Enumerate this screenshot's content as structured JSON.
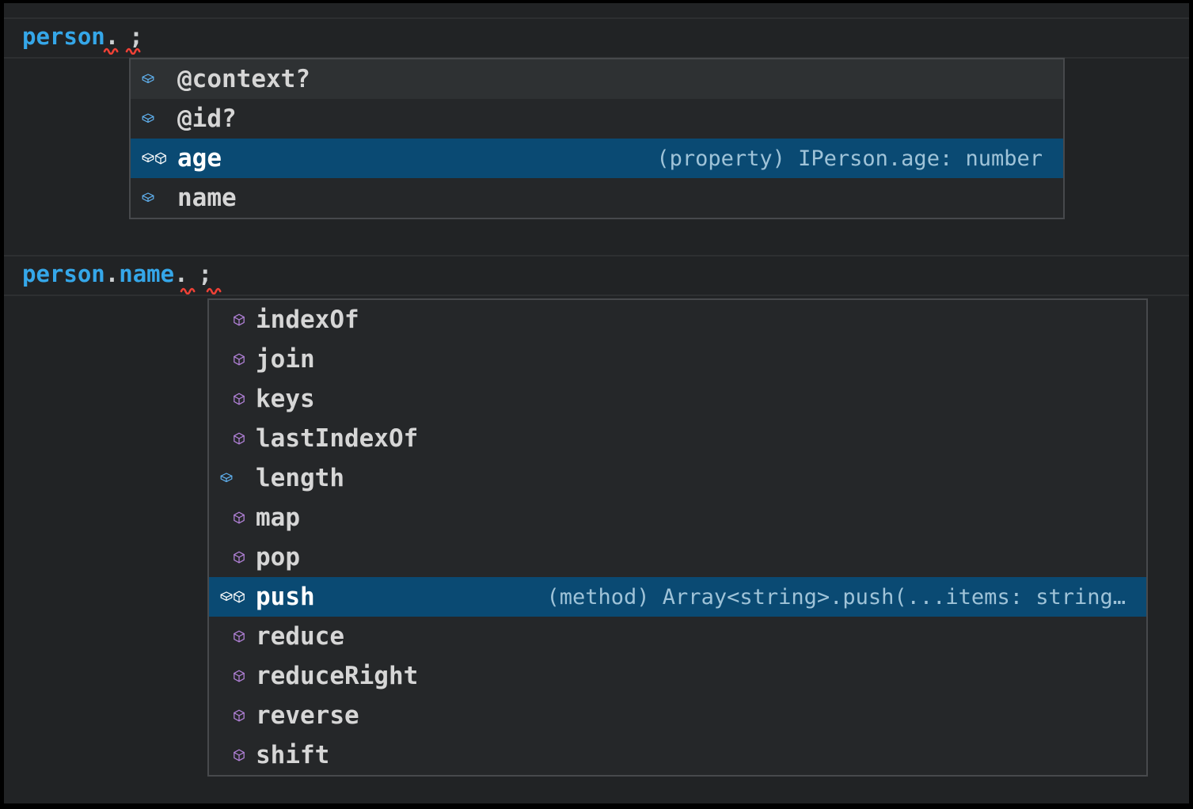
{
  "editor": {
    "theme_colors": {
      "background": "#212325",
      "popup_background": "#252729",
      "popup_border": "#47494c",
      "selection_background": "#0a4a73",
      "variable_blue": "#35a7e9",
      "field_icon_blue": "#5fb0ee",
      "method_icon_purple": "#b382d9",
      "error_squiggle_red": "#ef4136"
    },
    "code_lines": [
      {
        "tokens": [
          {
            "type": "ident",
            "text": "person"
          },
          {
            "type": "punct",
            "text": "."
          },
          {
            "type": "gap",
            "text": ""
          },
          {
            "type": "punct",
            "text": ";"
          }
        ]
      },
      {
        "tokens": [
          {
            "type": "ident",
            "text": "person"
          },
          {
            "type": "punct",
            "text": "."
          },
          {
            "type": "ident",
            "text": "name"
          },
          {
            "type": "punct",
            "text": "."
          },
          {
            "type": "gap",
            "text": ""
          },
          {
            "type": "punct",
            "text": ";"
          }
        ]
      }
    ]
  },
  "suggest_widgets": [
    {
      "items": [
        {
          "label": "@context?",
          "kind": "field",
          "selected": false,
          "hovered": true,
          "detail": ""
        },
        {
          "label": "@id?",
          "kind": "field",
          "selected": false,
          "hovered": false,
          "detail": ""
        },
        {
          "label": "age",
          "kind": "field",
          "selected": true,
          "hovered": false,
          "detail": "(property) IPerson.age: number"
        },
        {
          "label": "name",
          "kind": "field",
          "selected": false,
          "hovered": false,
          "detail": ""
        }
      ]
    },
    {
      "items": [
        {
          "label": "indexOf",
          "kind": "method",
          "selected": false,
          "hovered": false,
          "detail": ""
        },
        {
          "label": "join",
          "kind": "method",
          "selected": false,
          "hovered": false,
          "detail": ""
        },
        {
          "label": "keys",
          "kind": "method",
          "selected": false,
          "hovered": false,
          "detail": ""
        },
        {
          "label": "lastIndexOf",
          "kind": "method",
          "selected": false,
          "hovered": false,
          "detail": ""
        },
        {
          "label": "length",
          "kind": "field",
          "selected": false,
          "hovered": false,
          "detail": ""
        },
        {
          "label": "map",
          "kind": "method",
          "selected": false,
          "hovered": false,
          "detail": ""
        },
        {
          "label": "pop",
          "kind": "method",
          "selected": false,
          "hovered": false,
          "detail": ""
        },
        {
          "label": "push",
          "kind": "method",
          "selected": true,
          "hovered": false,
          "detail": "(method) Array<string>.push(...items: string…"
        },
        {
          "label": "reduce",
          "kind": "method",
          "selected": false,
          "hovered": false,
          "detail": ""
        },
        {
          "label": "reduceRight",
          "kind": "method",
          "selected": false,
          "hovered": false,
          "detail": ""
        },
        {
          "label": "reverse",
          "kind": "method",
          "selected": false,
          "hovered": false,
          "detail": ""
        },
        {
          "label": "shift",
          "kind": "method",
          "selected": false,
          "hovered": false,
          "detail": ""
        }
      ]
    }
  ]
}
